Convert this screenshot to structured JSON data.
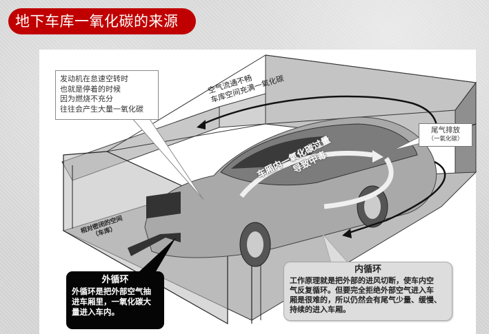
{
  "title": "地下车库一氧化碳的来源",
  "colors": {
    "title_bg": "#c00000",
    "title_text": "#ffffff",
    "outer_note_bg": "#050505",
    "inner_note_bg": "#dddddd"
  },
  "diagram": {
    "engine_note": {
      "lines": [
        "发动机在怠速空转时",
        "也就是停着的时候",
        "因为燃烧不充分",
        "往往会产生大量一氧化碳"
      ]
    },
    "airflow_note": {
      "lines": [
        "空气流通不畅",
        "车库空间充满一氧化碳"
      ]
    },
    "exhaust_note": {
      "title": "尾气排放",
      "subtitle": "（一氧化碳）"
    },
    "cabin_note": {
      "lines": [
        "车厢内一氧化碳过量",
        "导致中毒"
      ]
    },
    "garage_label": {
      "title": "相对密闭的空间",
      "subtitle": "（车库）"
    },
    "outer_circulation": {
      "heading": "外循环",
      "text_lines": [
        "外循环是把外部空气抽",
        "进车厢里，一氧化碳大",
        "量进入车内。"
      ]
    },
    "inner_circulation": {
      "heading": "内循环",
      "text_lines": [
        "工作原理就是把外部的进风切断，使车内空",
        "气反复循环。但要完全拒绝外部空气进入车",
        "厢是很难的，所以仍然会有尾气少量、缓慢、",
        "持续的进入车厢。"
      ]
    }
  }
}
